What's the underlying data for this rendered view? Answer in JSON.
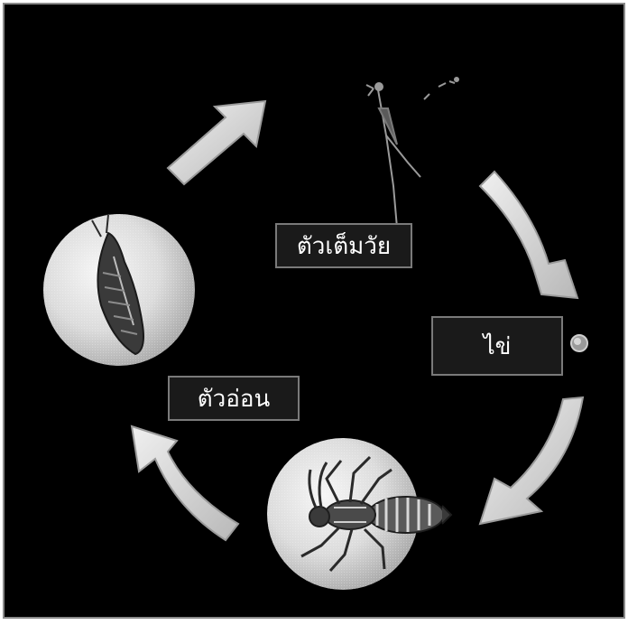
{
  "labels": {
    "adult": "ตัวเต็มวัย",
    "egg": "ไข่",
    "nymph": "ตัวอ่อน"
  },
  "colors": {
    "background": "#000000",
    "frame": "#8a8a8a",
    "arrow_fill": "#d6d6d6",
    "arrow_edge": "#9a9a9a",
    "circle_light": "#f2f2f2",
    "circle_dark": "#a9a9a9",
    "label_bg": "#1a1a1a",
    "label_border": "#7a7a7a",
    "label_text": "#ffffff"
  },
  "icons": [
    "adult-insect-icon",
    "egg-icon",
    "nymph-insect-icon",
    "pupa-insect-icon",
    "cycle-arrow-icon"
  ]
}
